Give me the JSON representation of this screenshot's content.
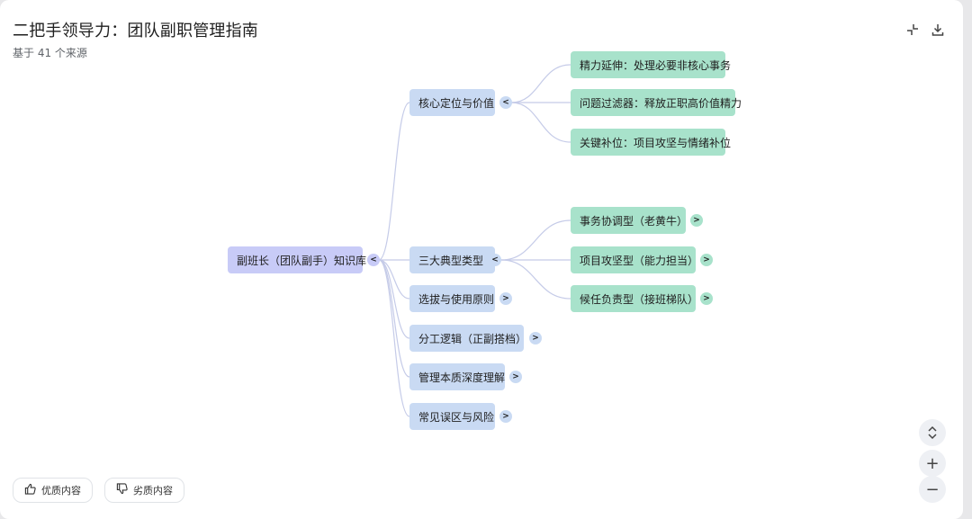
{
  "header": {
    "title": "二把手领导力：团队副职管理指南",
    "subtitle": "基于 41 个来源"
  },
  "icons": {
    "collapse": "collapse-icon",
    "download": "download-icon"
  },
  "mindmap": {
    "root": "副班长（团队副手）知识库",
    "branches": [
      {
        "label": "核心定位与价值",
        "expanded": true,
        "children": [
          "精力延伸：处理必要非核心事务",
          "问题过滤器：释放正职高价值精力",
          "关键补位：项目攻坚与情绪补位"
        ]
      },
      {
        "label": "三大典型类型",
        "expanded": true,
        "children": [
          "事务协调型（老黄牛）",
          "项目攻坚型（能力担当）",
          "候任负责型（接班梯队）"
        ]
      },
      {
        "label": "选拔与使用原则",
        "expanded": false
      },
      {
        "label": "分工逻辑（正副搭档）",
        "expanded": false
      },
      {
        "label": "管理本质深度理解",
        "expanded": false
      },
      {
        "label": "常见误区与风险",
        "expanded": false
      }
    ],
    "toggle_collapse": "<",
    "toggle_expand": ">"
  },
  "feedback": {
    "good": "优质内容",
    "bad": "劣质内容"
  },
  "zoom": {
    "fit": "⌃⌄",
    "in": "+",
    "out": "−"
  },
  "colors": {
    "root": "#c8cbf7",
    "level1": "#c9daf3",
    "level2": "#a8e2cb",
    "link": "#c5cbe8"
  }
}
